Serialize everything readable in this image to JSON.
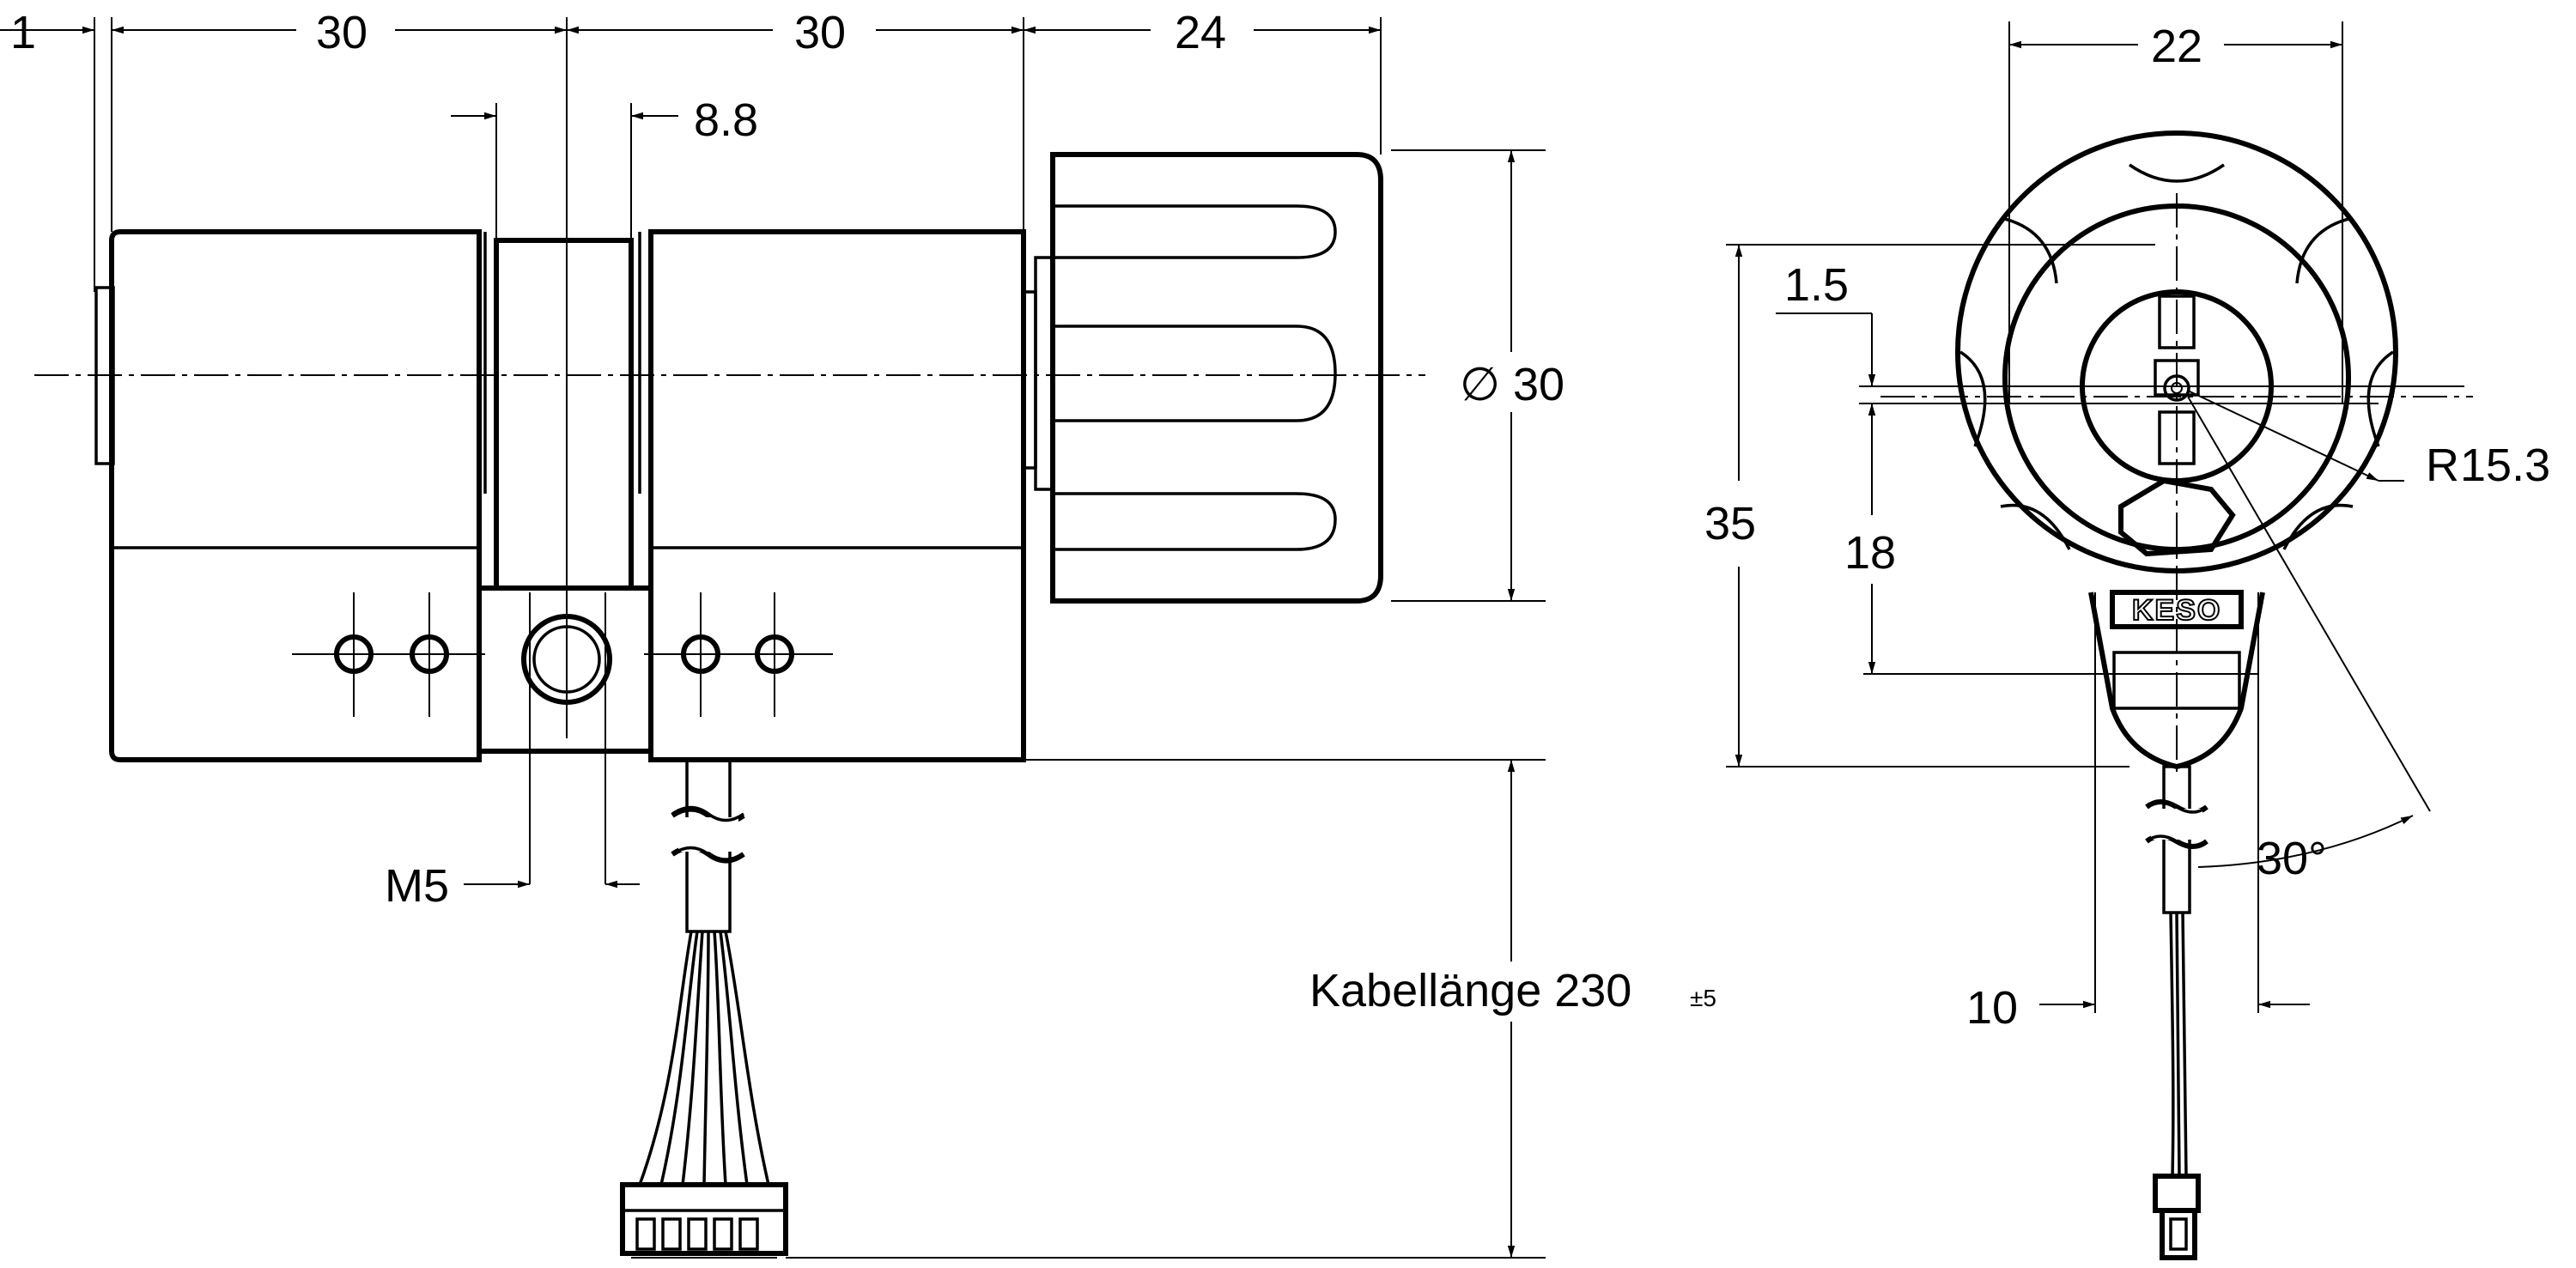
{
  "side_view": {
    "dim_top_1": "1",
    "dim_top_2": "30",
    "dim_top_3": "30",
    "dim_top_4": "24",
    "dim_cam": "8.8",
    "dim_diameter_symbol": "∅",
    "dim_diameter": "30",
    "dim_thread": "M5",
    "cable_label": "Kabellänge 230",
    "cable_tolerance": "±5"
  },
  "front_view": {
    "dim_width": "22",
    "dim_height": "35",
    "dim_offset": "1.5",
    "dim_center": "18",
    "dim_radius_prefix": "R",
    "dim_radius": "15.3",
    "dim_angle": "30°",
    "dim_cam_width": "10",
    "brand": "KESO"
  }
}
